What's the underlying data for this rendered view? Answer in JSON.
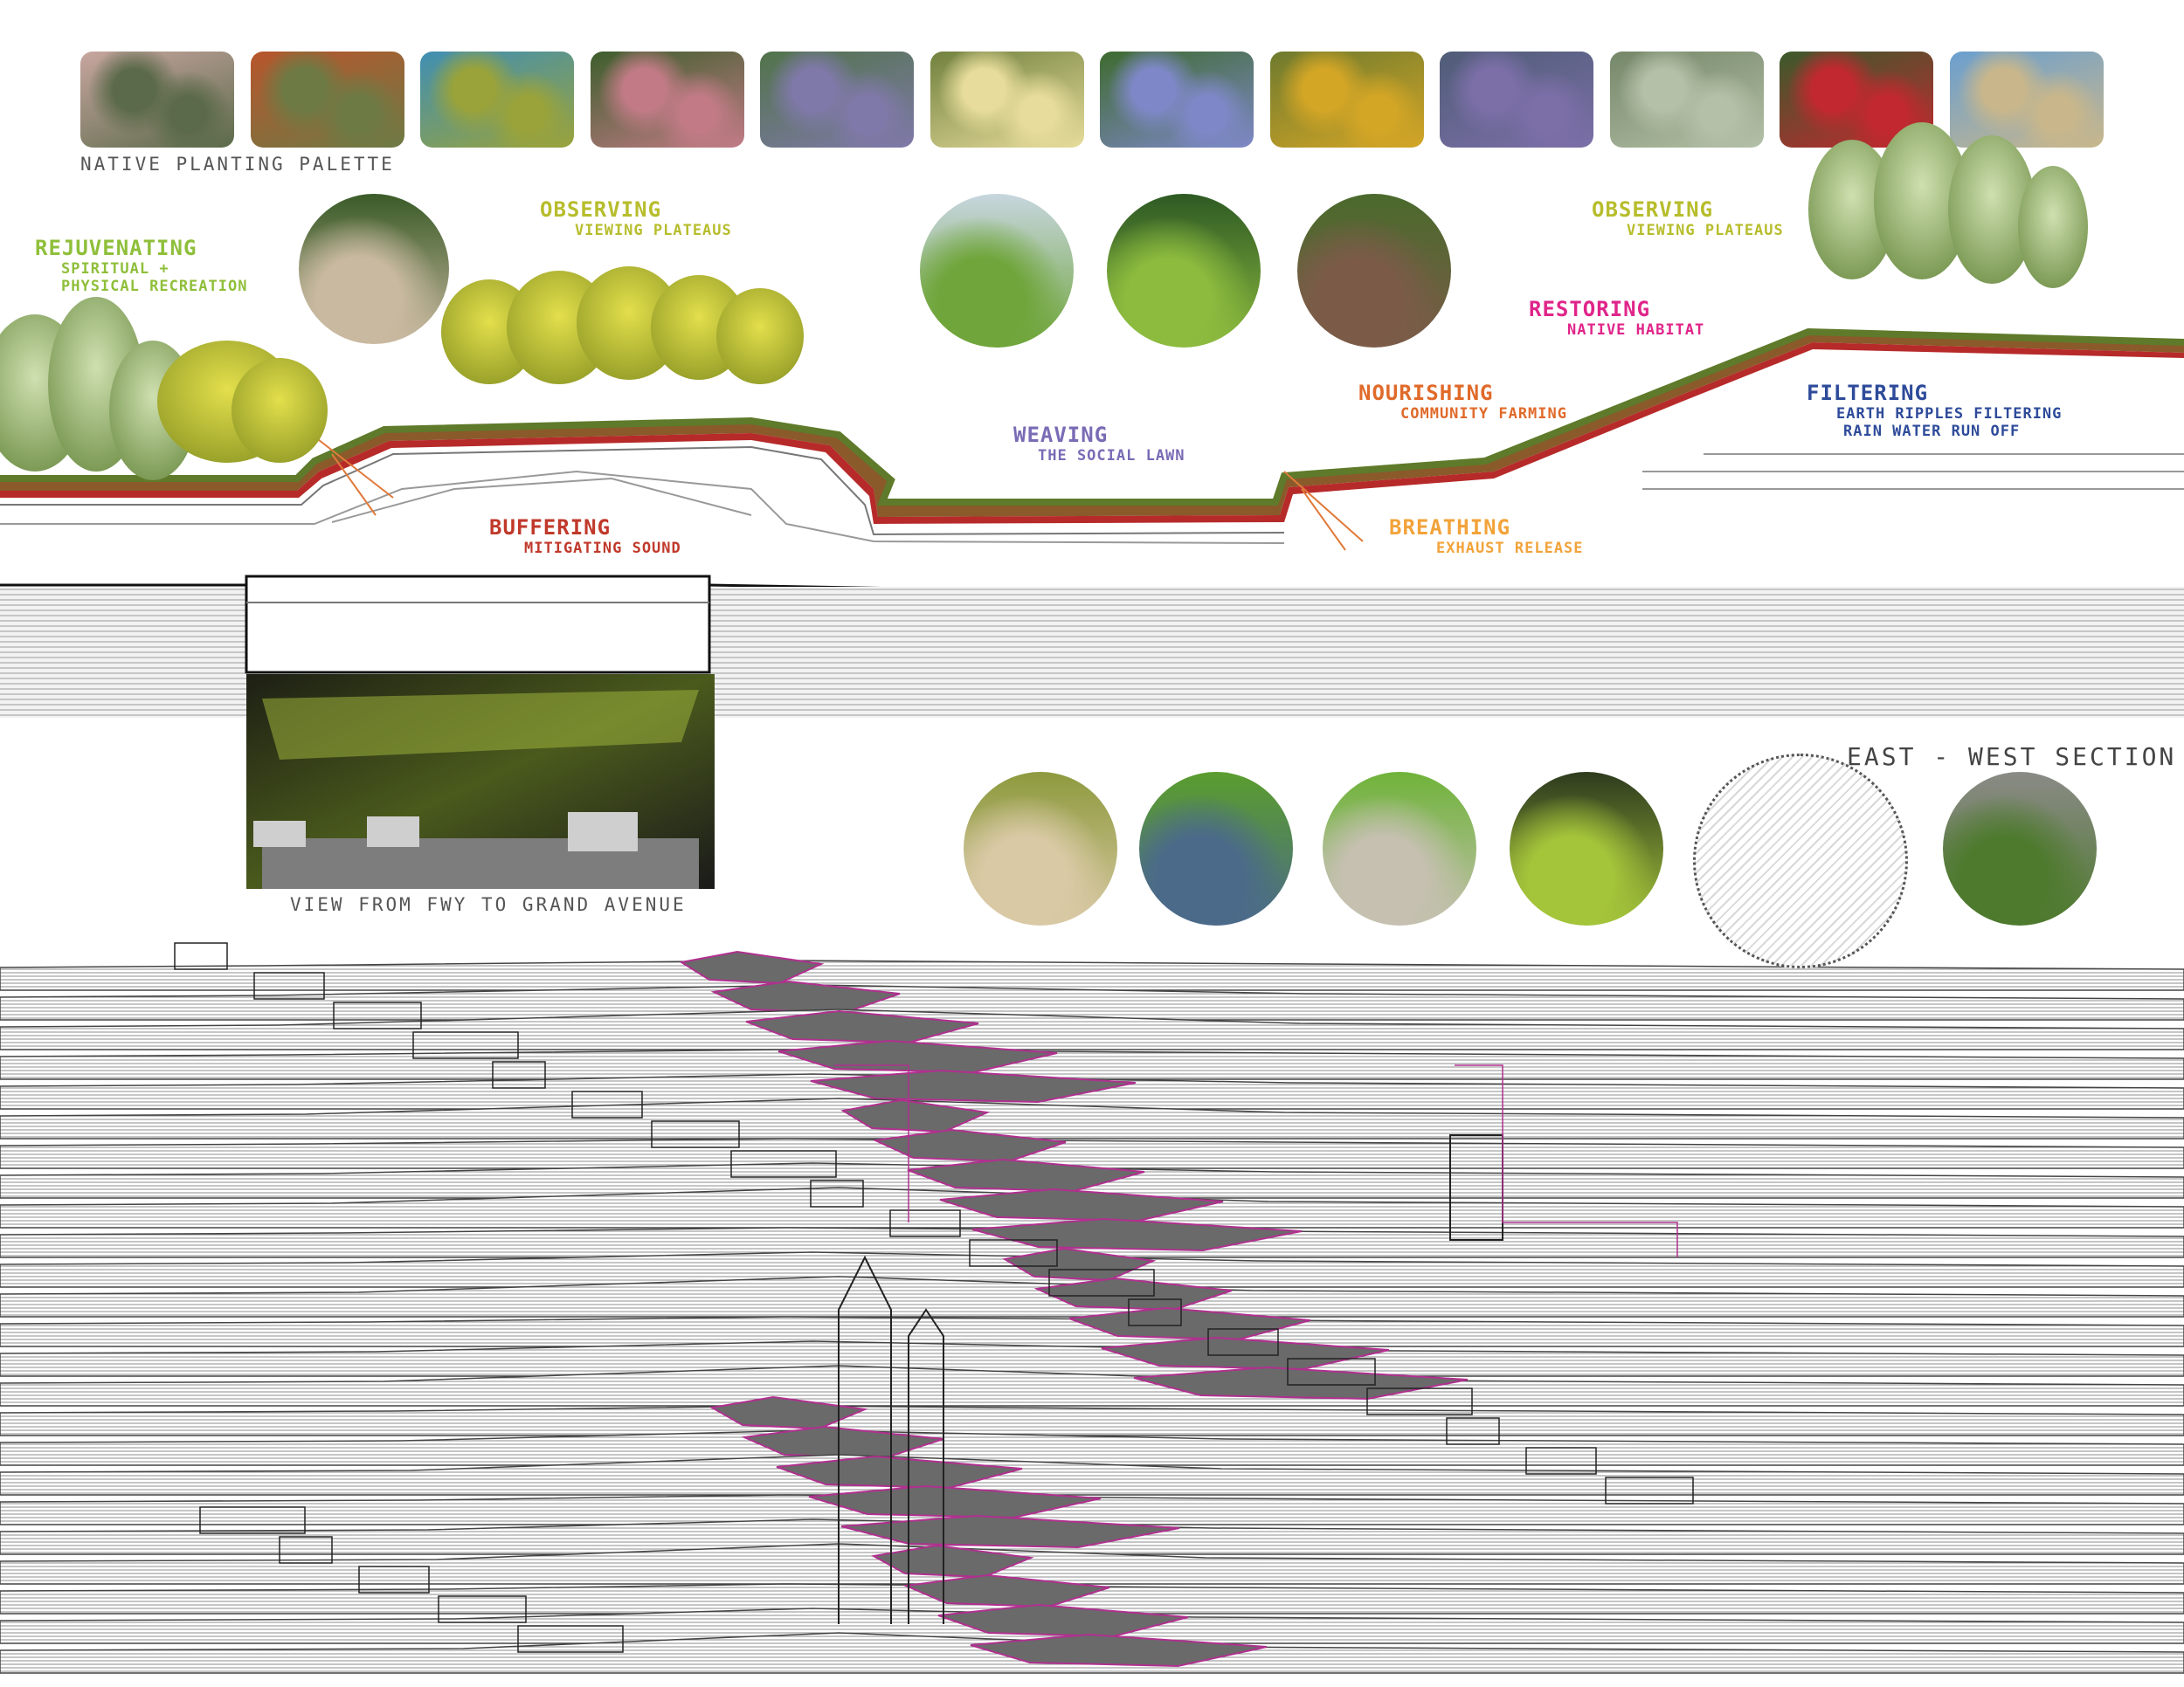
{
  "palette": {
    "caption": "NATIVE PLANTING PALETTE",
    "thumbs": [
      {
        "name": "pink-buckwheat",
        "c1": "#c8a6a0",
        "c2": "#5b6a4a"
      },
      {
        "name": "red-paintbrush",
        "c1": "#b8552c",
        "c2": "#6d7a44"
      },
      {
        "name": "yellow-sage",
        "c1": "#3f8fb4",
        "c2": "#9aa33a"
      },
      {
        "name": "rose-shrub",
        "c1": "#3d5e2c",
        "c2": "#c27b86"
      },
      {
        "name": "lavender-sage",
        "c1": "#51734a",
        "c2": "#7f79a9"
      },
      {
        "name": "cream-flowers",
        "c1": "#71813e",
        "c2": "#e7dc9b"
      },
      {
        "name": "blue-ceanothus",
        "c1": "#3e6b2f",
        "c2": "#7e88c8"
      },
      {
        "name": "golden-shrub",
        "c1": "#6e7a2e",
        "c2": "#d4a626"
      },
      {
        "name": "purple-sage",
        "c1": "#4f5c77",
        "c2": "#7c6fa8"
      },
      {
        "name": "silver-sagebrush",
        "c1": "#758769",
        "c2": "#b4c0a7"
      },
      {
        "name": "red-fuchsia",
        "c1": "#3b5a2c",
        "c2": "#c2282f"
      },
      {
        "name": "blue-sky-grass",
        "c1": "#6a9fd0",
        "c2": "#c9b78b"
      }
    ]
  },
  "labels": {
    "rejuvenating": {
      "title": "REJUVENATING",
      "sub1": "SPIRITUAL +",
      "sub2": "PHYSICAL RECREATION",
      "color": "#8fbf3a"
    },
    "observing_left": {
      "title": "OBSERVING",
      "sub": "VIEWING PLATEAUS",
      "color": "#b7bd2c"
    },
    "buffering": {
      "title": "BUFFERING",
      "sub": "MITIGATING SOUND",
      "color": "#c0392b"
    },
    "weaving": {
      "title": "WEAVING",
      "sub": "THE SOCIAL LAWN",
      "color": "#7a6bb5"
    },
    "observing_right": {
      "title": "OBSERVING",
      "sub": "VIEWING PLATEAUS",
      "color": "#b7bd2c"
    },
    "restoring": {
      "title": "RESTORING",
      "sub": "NATIVE HABITAT",
      "color": "#e0258a"
    },
    "nourishing": {
      "title": "NOURISHING",
      "sub": "COMMUNITY FARMING",
      "color": "#e06a2a"
    },
    "breathing": {
      "title": "BREATHING",
      "sub": "EXHAUST RELEASE",
      "color": "#f2a33a"
    },
    "filtering": {
      "title": "FILTERING",
      "sub1": "EARTH RIPPLES FILTERING",
      "sub2": "RAIN WATER RUN OFF",
      "color": "#2e4b9a"
    }
  },
  "captions": {
    "section": "EAST - WEST SECTION",
    "freeway_view": "VIEW FROM FWY TO GRAND AVENUE"
  },
  "photos_upper": [
    {
      "name": "hikers-photo",
      "c1": "#3a5b28",
      "c2": "#c9b9a0"
    },
    {
      "name": "skyline-picnic-photo",
      "c1": "#c7d6de",
      "c2": "#6fa53a"
    },
    {
      "name": "lawn-crowd-photo",
      "c1": "#2e5a24",
      "c2": "#8cbb3e"
    },
    {
      "name": "gardeners-photo",
      "c1": "#4a6a2c",
      "c2": "#7b5b48"
    }
  ],
  "photos_lower": [
    {
      "name": "wetland-path-photo",
      "c1": "#8e9a3e",
      "c2": "#d9c9a5"
    },
    {
      "name": "pond-landform-photo",
      "c1": "#5a9d2e",
      "c2": "#4b6a8a"
    },
    {
      "name": "grass-mound-photo",
      "c1": "#6fb33a",
      "c2": "#c5c0b0"
    },
    {
      "name": "green-ripples-photo",
      "c1": "#2e3b1e",
      "c2": "#a4c43a"
    },
    {
      "name": "gabion-steps-photo",
      "c1": "#8a8a86",
      "c2": "#4e7a2e"
    }
  ],
  "colors": {
    "soil": "#8a5a2a",
    "magenta_line": "#b0308f",
    "freeway_tunnel": "#1a1a1a"
  }
}
